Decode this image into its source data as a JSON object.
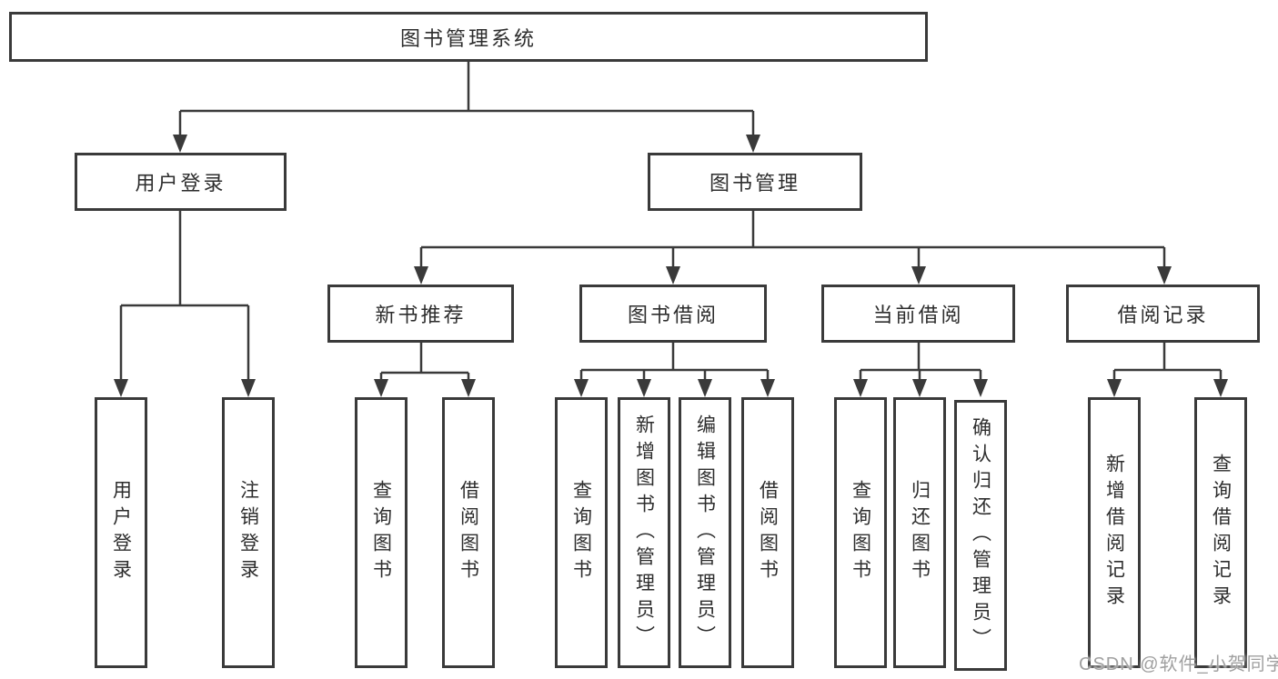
{
  "tree": {
    "root": "图书管理系统",
    "branches": [
      {
        "label": "用户登录",
        "children": [
          "用户登录",
          "注销登录"
        ]
      },
      {
        "label": "图书管理",
        "groups": [
          {
            "label": "新书推荐",
            "children": [
              "查询图书",
              "借阅图书"
            ]
          },
          {
            "label": "图书借阅",
            "children": [
              "查询图书",
              "新增图书（管理员）",
              "编辑图书（管理员）",
              "借阅图书"
            ]
          },
          {
            "label": "当前借阅",
            "children": [
              "查询图书",
              "归还图书",
              "确认归还（管理员）"
            ]
          },
          {
            "label": "借阅记录",
            "children": [
              "新增借阅记录",
              "查询借阅记录"
            ]
          }
        ]
      }
    ]
  },
  "watermark": {
    "text": "CSDN @软件_小贺同学",
    "color": "#a0a0a0"
  },
  "colors": {
    "line": "#3a3a3a",
    "box_border": "#3a3a3a",
    "text": "#2d2d2d",
    "background": "#ffffff"
  }
}
